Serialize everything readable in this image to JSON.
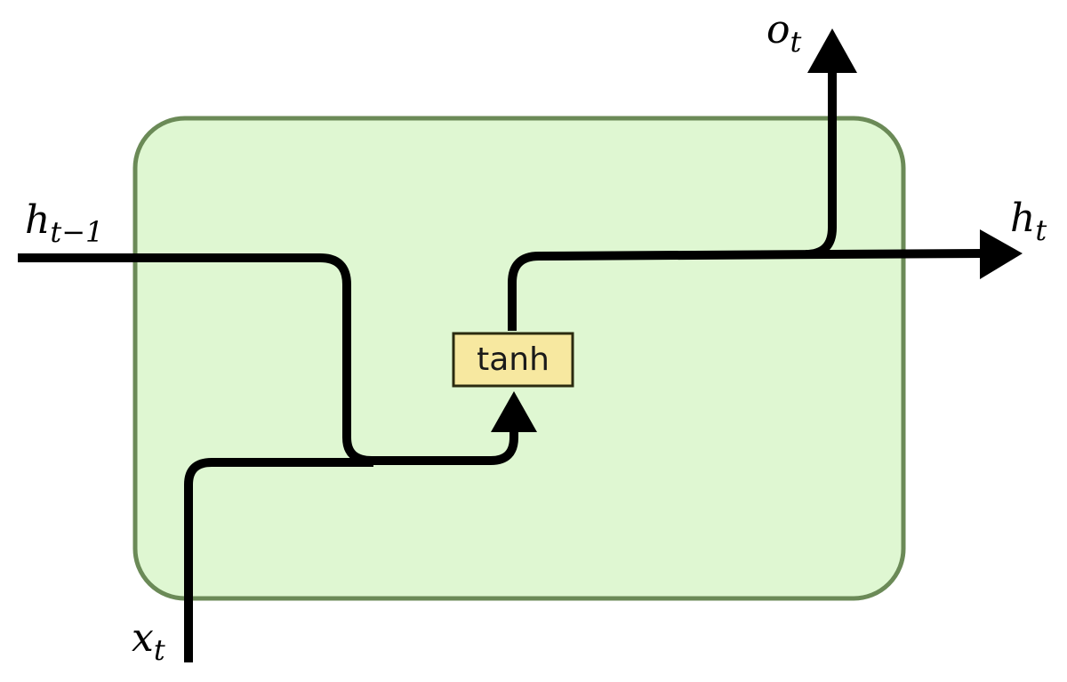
{
  "colors": {
    "cell_fill": "#dff7d2",
    "cell_stroke": "#6b8a57",
    "op_fill": "#f7e8a0",
    "op_stroke": "#2b2b10",
    "wire": "#000000"
  },
  "labels": {
    "h_prev": {
      "base": "h",
      "sub": "t−1"
    },
    "x_in": {
      "base": "x",
      "sub": "t"
    },
    "o_out": {
      "base": "o",
      "sub": "t"
    },
    "h_out": {
      "base": "h",
      "sub": "t"
    }
  },
  "operation": {
    "label": "tanh"
  }
}
